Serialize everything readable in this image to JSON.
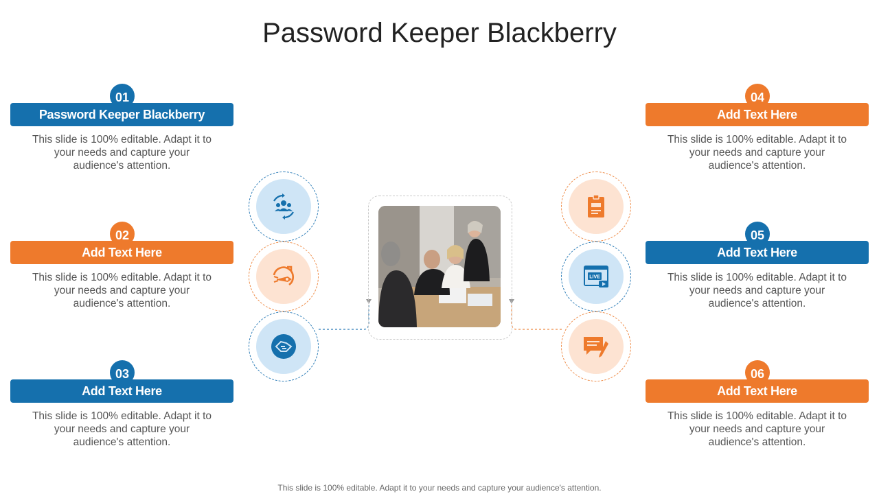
{
  "title": "Password Keeper Blackberry",
  "items": [
    {
      "num": "01",
      "heading": "Password Keeper Blackberry",
      "text": "This slide is 100% editable. Adapt it to your needs and capture your audience's attention.",
      "color": "#1570ad"
    },
    {
      "num": "02",
      "heading": "Add Text Here",
      "text": "This slide is 100% editable. Adapt it to your needs and capture your audience's attention.",
      "color": "#ee7a2c"
    },
    {
      "num": "03",
      "heading": "Add Text Here",
      "text": "This slide is 100% editable. Adapt it to your needs and capture your audience's attention.",
      "color": "#1570ad"
    },
    {
      "num": "04",
      "heading": "Add Text Here",
      "text": "This slide is 100% editable. Adapt it to your needs and capture your audience's attention.",
      "color": "#ee7a2c"
    },
    {
      "num": "05",
      "heading": "Add Text Here",
      "text": "This slide is 100% editable. Adapt it to your needs and capture your audience's attention.",
      "color": "#1570ad"
    },
    {
      "num": "06",
      "heading": "Add Text Here",
      "text": "This slide is 100% editable. Adapt it to your needs and capture your audience's attention.",
      "color": "#ee7a2c"
    }
  ],
  "icons": [
    "team-cycle-icon",
    "rocket-launch-icon",
    "handshake-icon",
    "clipboard-icon",
    "live-stream-icon",
    "chat-pen-icon"
  ],
  "photo": "business-meeting-photo",
  "live_label": "LIVE",
  "footer": "This slide is 100% editable. Adapt it to your needs and capture your audience's attention."
}
